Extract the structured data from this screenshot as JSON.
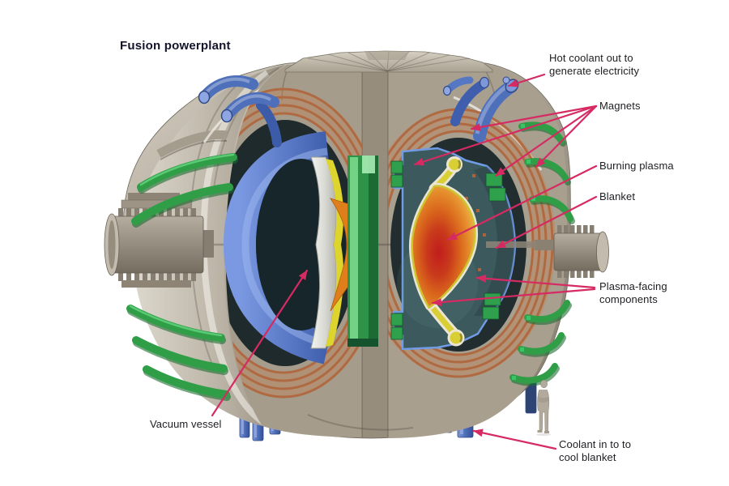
{
  "meta": {
    "type": "technical-illustration",
    "subject": "Cutaway diagram of a tokamak fusion powerplant with labelled components",
    "scale_reference": "small human silhouette standing beside machine, bottom right"
  },
  "title": "Fusion powerplant",
  "callouts": {
    "hot_coolant_out": {
      "text": "Hot coolant out to generate electricity",
      "points_to": "blue coolant outlet pipe, top right"
    },
    "magnets": {
      "text": "Magnets",
      "pointer_count": 4,
      "points_to": "copper field windings, green ring coils and green coil blocks"
    },
    "burning_plasma": {
      "text": "Burning plasma",
      "points_to": "red-orange plasma core"
    },
    "blanket": {
      "text": "Blanket",
      "points_to": "teal blanket cross-section"
    },
    "plasma_facing": {
      "text": "Plasma-facing components",
      "pointer_count": 2,
      "points_to": "cream and yellow lining around plasma"
    },
    "vacuum_vessel": {
      "text": "Vacuum vessel",
      "points_to": "silver vessel in left cutaway"
    },
    "coolant_in": {
      "text": "Coolant in to to cool blanket",
      "points_to": "blue coolant inlet pipe, bottom"
    }
  },
  "colors": {
    "background": "#ffffff",
    "text": "#1d1d22",
    "accent_callout_line": "#d62a63",
    "shell_beige": "#b3ab9c",
    "cut_face": "#a59c8c",
    "magnet_coil_copper": "#b06a42",
    "ring_coil_green": "#2f9e47",
    "coolant_pipe_blue": "#4e6fba",
    "tf_coil_blue": "#5b7fd4",
    "vacuum_vessel_silver": "#dcdcd8",
    "blanket_teal": "#3c5a5d",
    "blanket_outline_blue": "#6f9ce4",
    "plasma_core_red": "#c11d1d",
    "plasma_edge_orange": "#e8992d",
    "divertor_yellow": "#d8cf35",
    "central_column_green": "#2e9348"
  }
}
